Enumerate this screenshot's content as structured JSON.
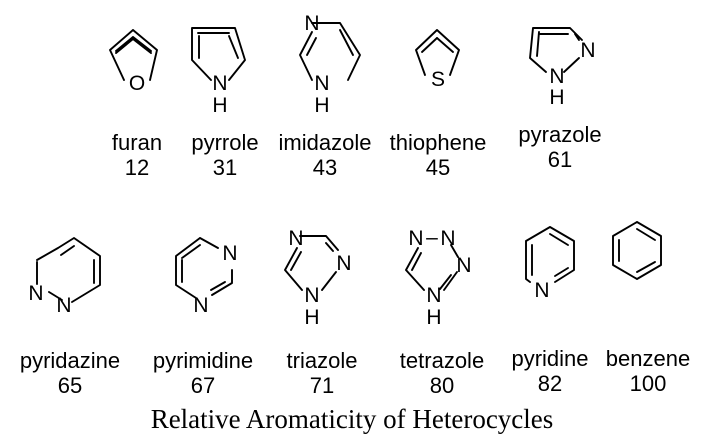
{
  "caption": "Relative Aromaticity of Heterocycles",
  "row1": [
    {
      "name": "furan",
      "score": "12",
      "atom": "O"
    },
    {
      "name": "pyrrole",
      "score": "31",
      "atom": "N",
      "h": "H"
    },
    {
      "name": "imidazole",
      "score": "43",
      "atom_top": "N",
      "atom": "N",
      "h": "H"
    },
    {
      "name": "thiophene",
      "score": "45",
      "atom": "S"
    },
    {
      "name": "pyrazole",
      "score": "61",
      "atom_right": "N",
      "atom": "N",
      "h": "H"
    }
  ],
  "row2": [
    {
      "name": "pyridazine",
      "score": "65",
      "atom_a": "N",
      "atom_b": "N"
    },
    {
      "name": "pyrimidine",
      "score": "67",
      "atom_a": "N",
      "atom_b": "N"
    },
    {
      "name": "triazole",
      "score": "71",
      "atom_top": "N",
      "atom_right": "N",
      "atom": "N",
      "h": "H"
    },
    {
      "name": "tetrazole",
      "score": "80",
      "atom_top_l": "N",
      "dash": "–",
      "atom_top_r": "N",
      "atom_right": "N",
      "atom": "N",
      "h": "H"
    },
    {
      "name": "pyridine",
      "score": "82",
      "atom": "N"
    },
    {
      "name": "benzene",
      "score": "100"
    }
  ]
}
